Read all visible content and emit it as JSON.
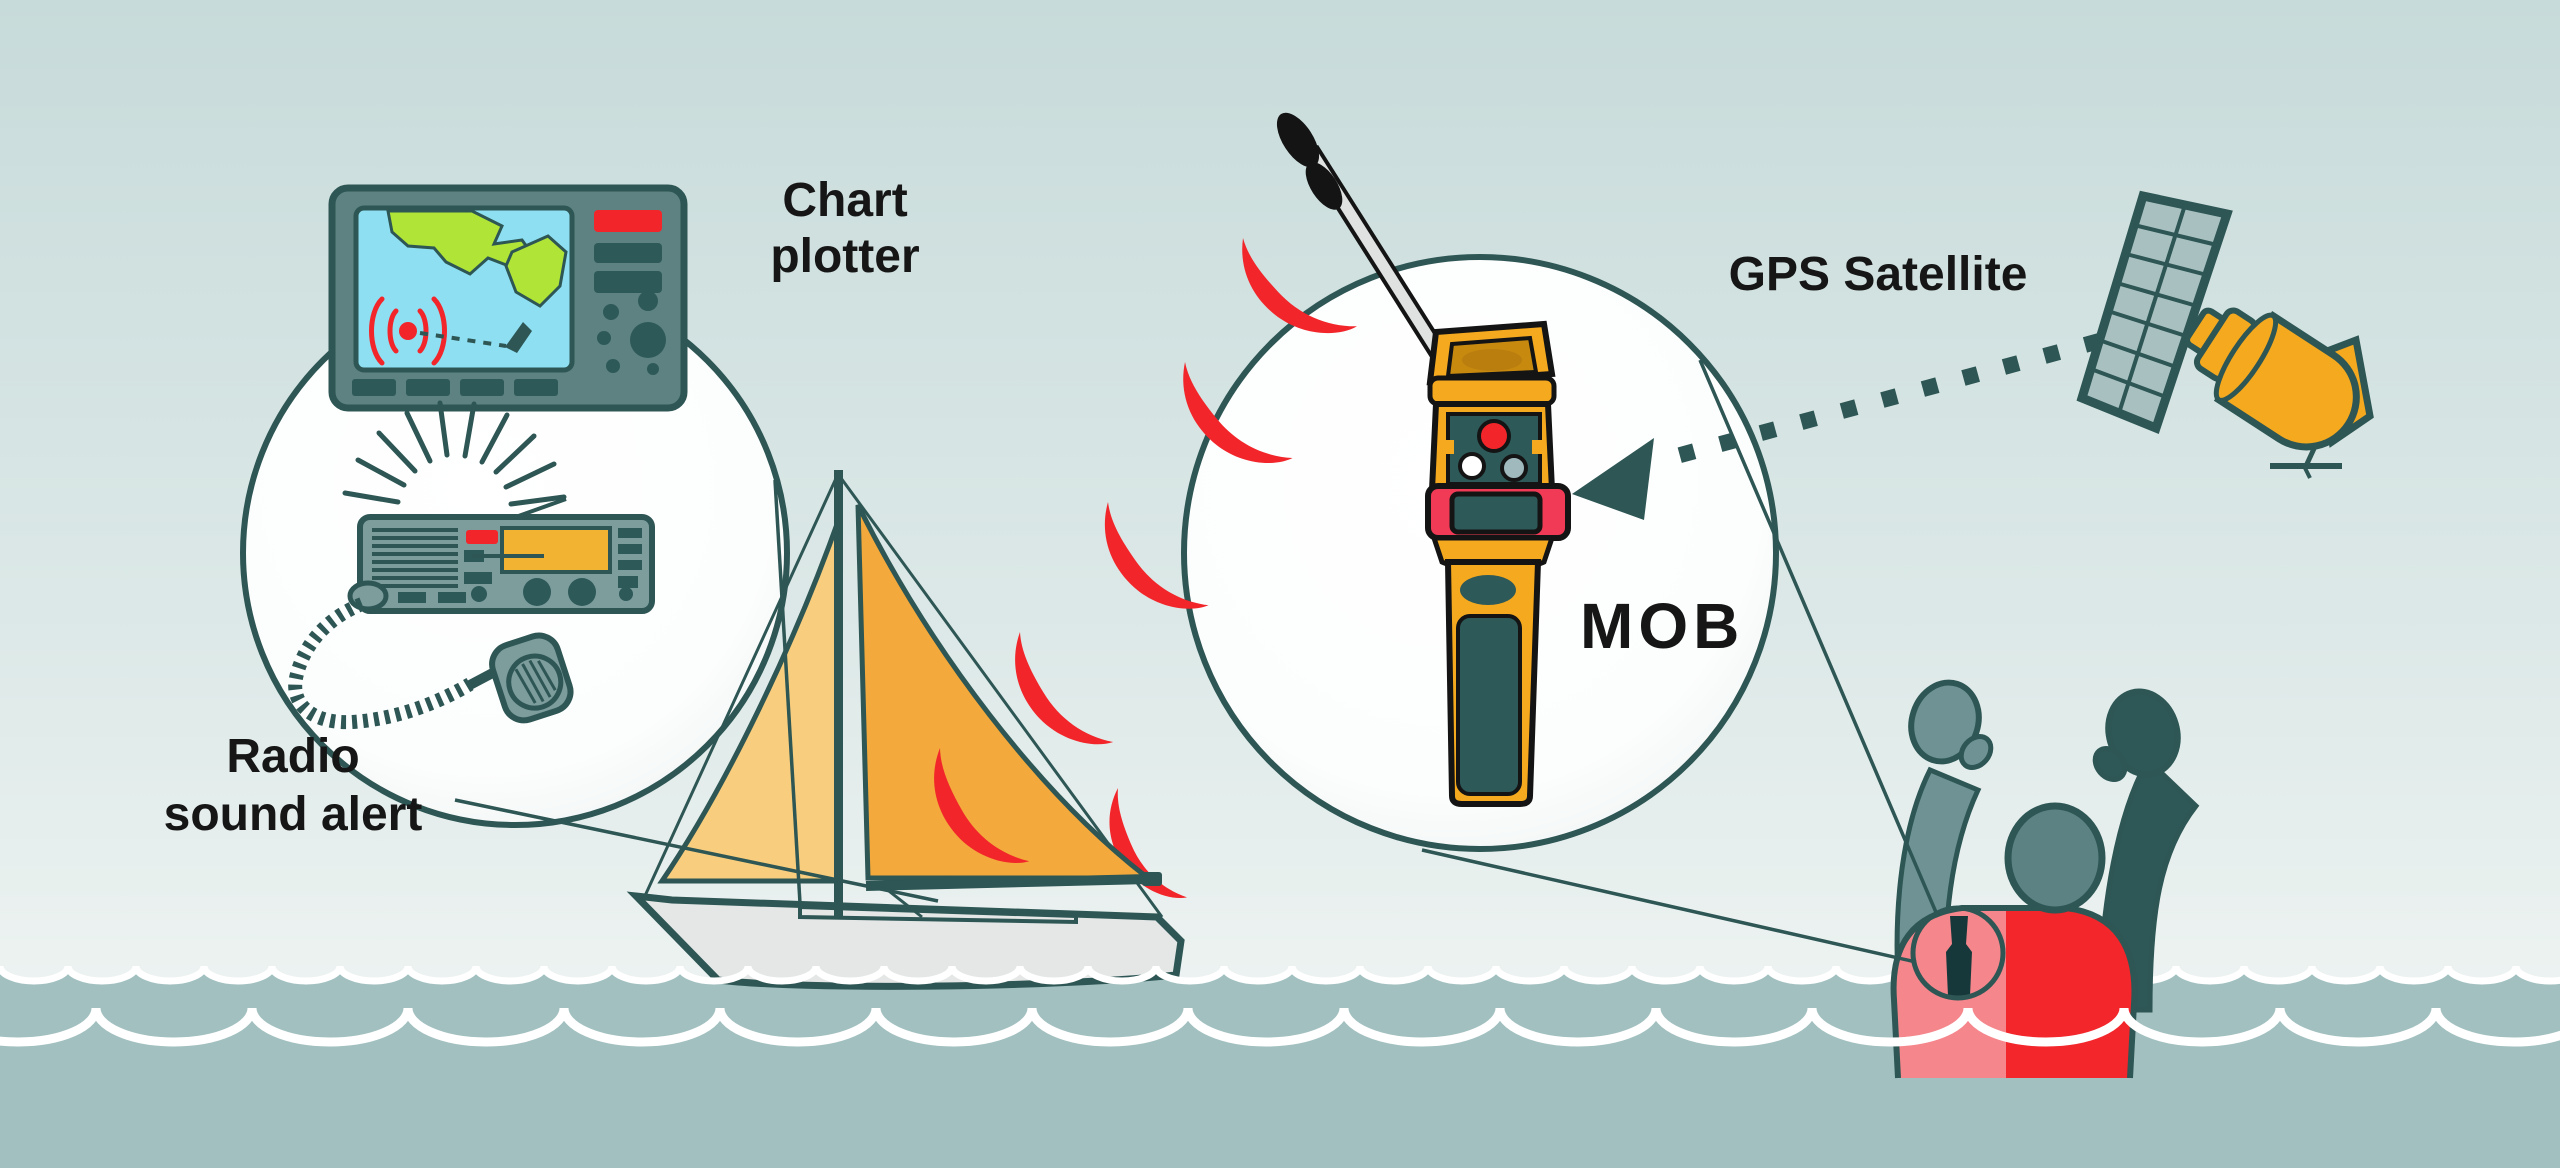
{
  "diagram": {
    "labels": {
      "chart_plotter_line1": "Chart",
      "chart_plotter_line2": "plotter",
      "radio_alert_line1": "Radio",
      "radio_alert_line2": "sound alert",
      "gps_satellite": "GPS Satellite",
      "mob": "MOB"
    },
    "colors": {
      "sky_top": "#c7dbda",
      "sky_horizon": "#f5f8f6",
      "water": "#a2c0c0",
      "wave_line": "#ffffff",
      "outline_teal": "#2d5654",
      "beacon_outline": "#141414",
      "signal_red": "#f2262a",
      "device_amber": "#f5a91f",
      "radio_display": "#f2b232",
      "plotter_body": "#5e8181",
      "radio_body": "#7d9c9c",
      "panel_teal": "#2e5959",
      "screen_blue": "#8edff2",
      "land_green": "#b0e437",
      "sail_light": "#f8cd7e",
      "sail_dark": "#f3a93c",
      "hull_gray": "#e4e7e6",
      "vest_red": "#f2262b",
      "vest_pink": "#f5868c",
      "person_light": "#6f9294",
      "person_dark": "#2e5757",
      "person_head": "#5d8284",
      "label_text": "#161616"
    }
  }
}
